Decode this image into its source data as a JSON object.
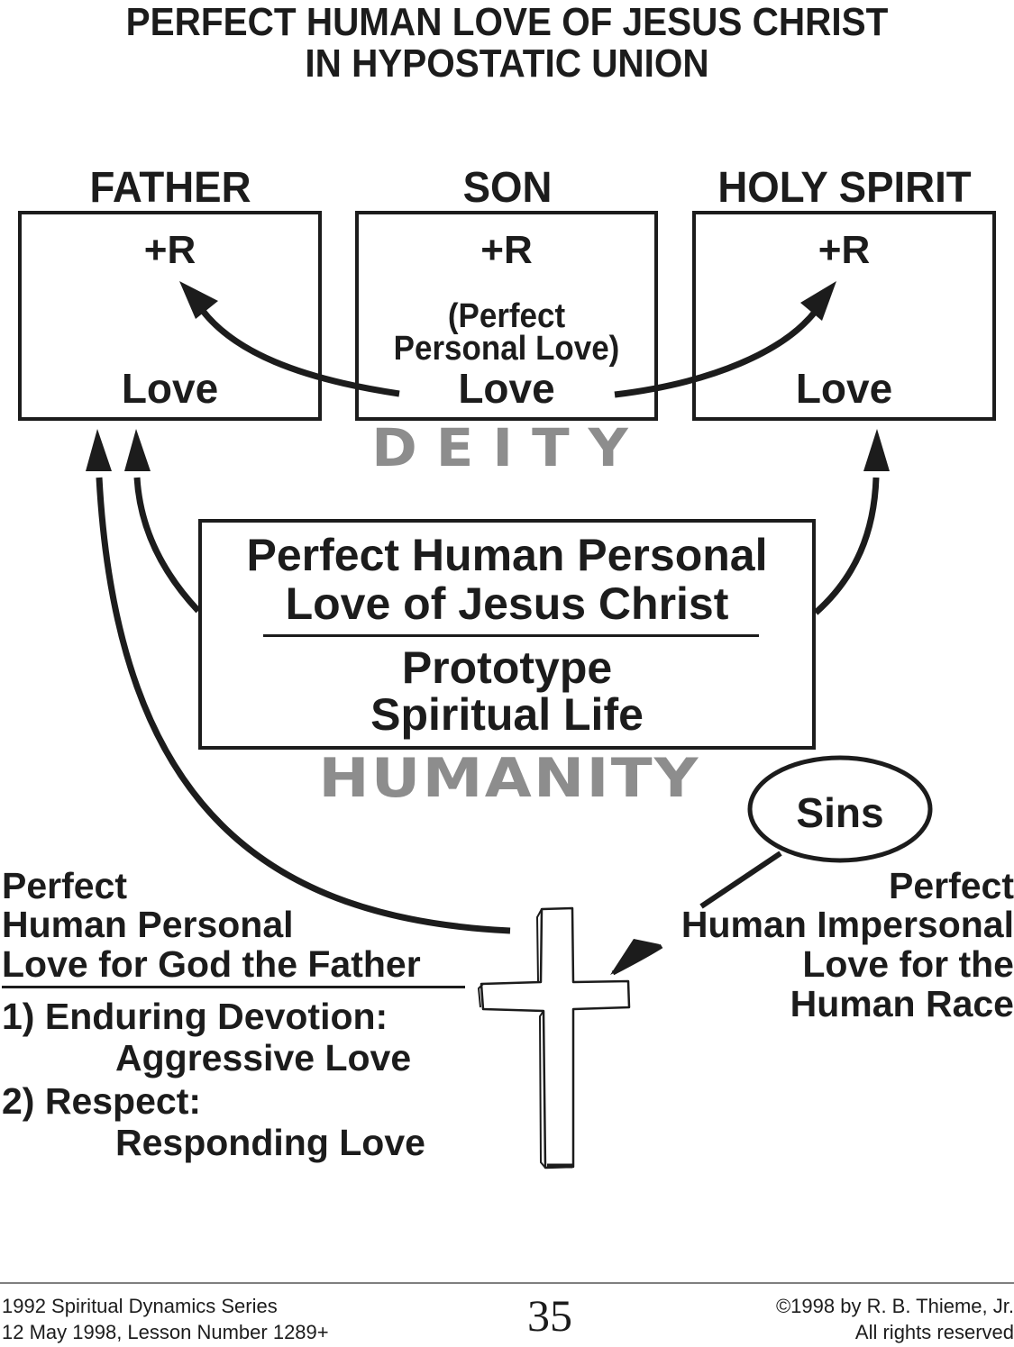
{
  "title": {
    "line1": "PERFECT HUMAN LOVE OF JESUS CHRIST",
    "line2": "IN HYPOSTATIC UNION"
  },
  "persons": [
    {
      "name": "FATHER",
      "top": "+R",
      "bottom": "Love"
    },
    {
      "name": "SON",
      "top": "+R",
      "middle1": "(Perfect",
      "middle2": "Personal Love)",
      "bottom": "Love"
    },
    {
      "name": "HOLY SPIRIT",
      "top": "+R",
      "bottom": "Love"
    }
  ],
  "deity_label": "DEITY",
  "humanity_label": "HUMANITY",
  "center_box": {
    "line1": "Perfect Human Personal",
    "line2": "Love of Jesus Christ",
    "line3": "Prototype",
    "line4": "Spiritual Life"
  },
  "sins_label": "Sins",
  "left_block": {
    "line1": "Perfect",
    "line2": "Human Personal",
    "line3": "Love for God the Father",
    "item1_label": "1) Enduring Devotion:",
    "item1_value": "Aggressive Love",
    "item2_label": "2) Respect:",
    "item2_value": "Responding Love"
  },
  "right_block": {
    "line1": "Perfect",
    "line2": "Human Impersonal",
    "line3": "Love for the",
    "line4": "Human Race"
  },
  "footer": {
    "left1": "1992 Spiritual Dynamics Series",
    "left2": "12 May 1998, Lesson Number 1289+",
    "page_number": "35",
    "right1": "©1998 by R. B. Thieme, Jr.",
    "right2": "All rights reserved"
  }
}
